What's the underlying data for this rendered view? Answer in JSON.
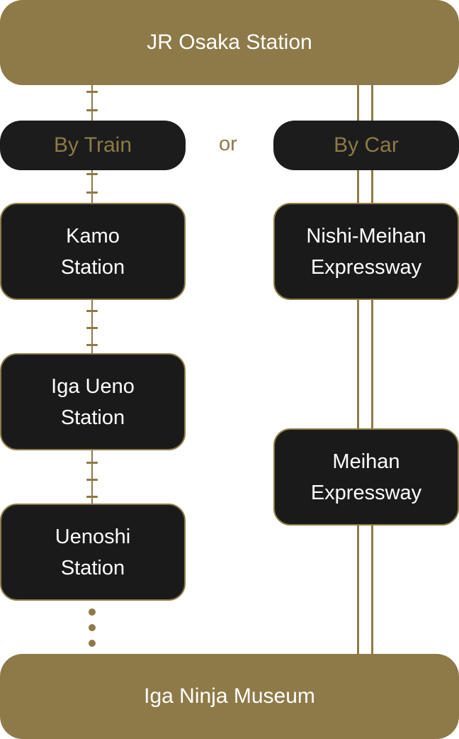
{
  "colors": {
    "gold": "#8e7a48",
    "dark": "#1c1c1c",
    "white": "#ffffff"
  },
  "start": {
    "label": "JR Osaka Station"
  },
  "end": {
    "label": "Iga Ninja Museum"
  },
  "separator": "or",
  "train_route": {
    "header": "By Train",
    "stops": [
      {
        "line1": "Kamo",
        "line2": "Station"
      },
      {
        "line1": "Iga Ueno",
        "line2": "Station"
      },
      {
        "line1": "Uenoshi",
        "line2": "Station"
      }
    ]
  },
  "car_route": {
    "header": "By Car",
    "stops": [
      {
        "line1": "Nishi-Meihan",
        "line2": "Expressway"
      },
      {
        "line1": "Meihan",
        "line2": "Expressway"
      }
    ]
  }
}
